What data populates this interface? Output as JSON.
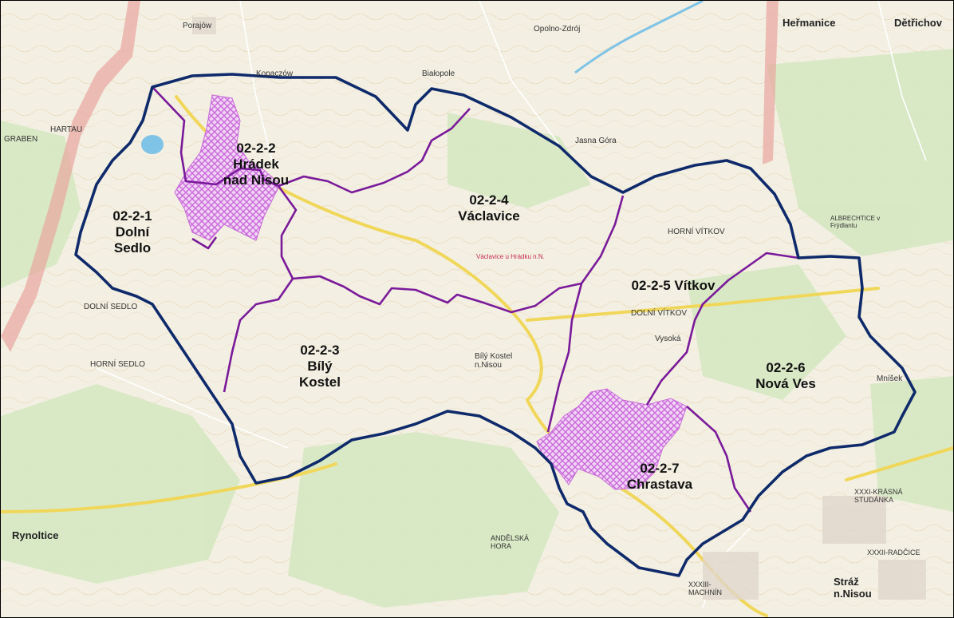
{
  "colors": {
    "outer_boundary": "#0f2a6b",
    "inner_boundary": "#7a1a9a",
    "town_hatch": "#d98ae8",
    "terrain": "#f3f0e3",
    "forest": "#d9e9c7",
    "road": "#f0d75a"
  },
  "zones": [
    {
      "code": "02-2-1",
      "lines": [
        "Dolní",
        "Sedlo"
      ]
    },
    {
      "code": "02-2-2",
      "lines": [
        "Hrádek",
        "nad Nisou"
      ]
    },
    {
      "code": "02-2-3",
      "lines": [
        "Bílý",
        "Kostel"
      ]
    },
    {
      "code": "02-2-4",
      "lines": [
        "Václavice"
      ]
    },
    {
      "code": "02-2-5",
      "lines": [
        "Vítkov"
      ]
    },
    {
      "code": "02-2-6",
      "lines": [
        "Nová Ves"
      ]
    },
    {
      "code": "02-2-7",
      "lines": [
        "Chrastava"
      ]
    }
  ],
  "places": {
    "porajow": "Porajów",
    "kopaczow": "Kopaczów",
    "bialopole": "Białopole",
    "opolno": "Opolno-Zdrój",
    "hermanice": "Heřmanice",
    "detrichov": "Dětřichov",
    "jasna_gora": "Jasna Góra",
    "hartau": "HARTAU",
    "graben": "GRABEN",
    "dolni_sedlo": "DOLNÍ SEDLO",
    "horni_sedlo": "HORNÍ SEDLO",
    "horni_vitkov": "HORNÍ VÍTKOV",
    "dolni_vitkov": "DOLNÍ VÍTKOV",
    "bily_kostel_nn": "Bílý Kostel n.Nisou",
    "rynoltice": "Rynoltice",
    "straz": "Stráž n.Nisou",
    "mnisek": "Mníšek",
    "albrechtice": "ALBRECHTICE v Frýdlantu",
    "krasna_studanka": "XXXI-KRÁSNÁ STUDÁNKA",
    "xxxii_radcice": "XXXII-RADČICE",
    "xxxiii_machnin": "XXXIII-MACHNÍN",
    "vyskova": "Vysoká",
    "andelska_hora": "ANDĚLSKÁ HORA",
    "vaclavice_small": "Václavice u Hrádku n.N."
  }
}
